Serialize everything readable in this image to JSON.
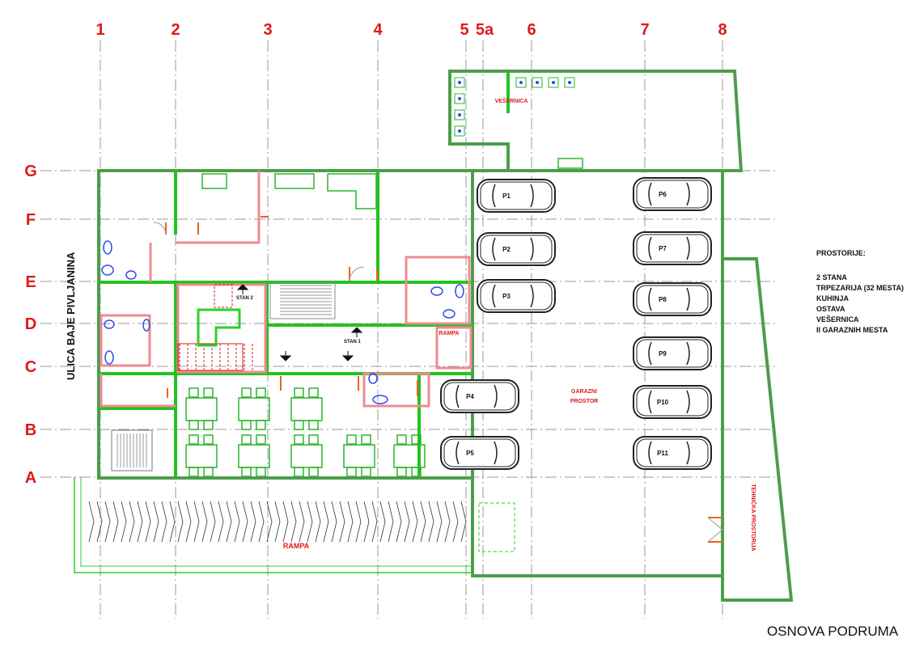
{
  "drawing": {
    "title": "OSNOVA PODRUMA",
    "street_label": "ULICA BAJE PIVLJANINA",
    "axes_columns": [
      "1",
      "2",
      "3",
      "4",
      "5",
      "5a",
      "6",
      "7",
      "8"
    ],
    "axes_rows": [
      "G",
      "F",
      "E",
      "D",
      "C",
      "B",
      "A"
    ]
  },
  "rooms": {
    "laundry": "VEŠERNICA",
    "garage_line1": "GARAZNI",
    "garage_line2": "PROSTOR",
    "ramp_small": "RAMPA",
    "ramp_big": "RAMPA",
    "technical": "TEHNIČKA PROSTORIJA",
    "apartment1": "STAN 1",
    "apartment2": "STAN 2"
  },
  "parking": [
    "P1",
    "P2",
    "P3",
    "P4",
    "P5",
    "P6",
    "P7",
    "P8",
    "P9",
    "P10",
    "P11"
  ],
  "legend": {
    "heading": "PROSTORIJE:",
    "items": [
      "2 STANA",
      "TRPEZARIJA (32 MESTA)",
      "KUHINJA",
      "OSTAVA",
      "VEŠERNICA",
      "II GARAZNIH MESTA"
    ]
  }
}
